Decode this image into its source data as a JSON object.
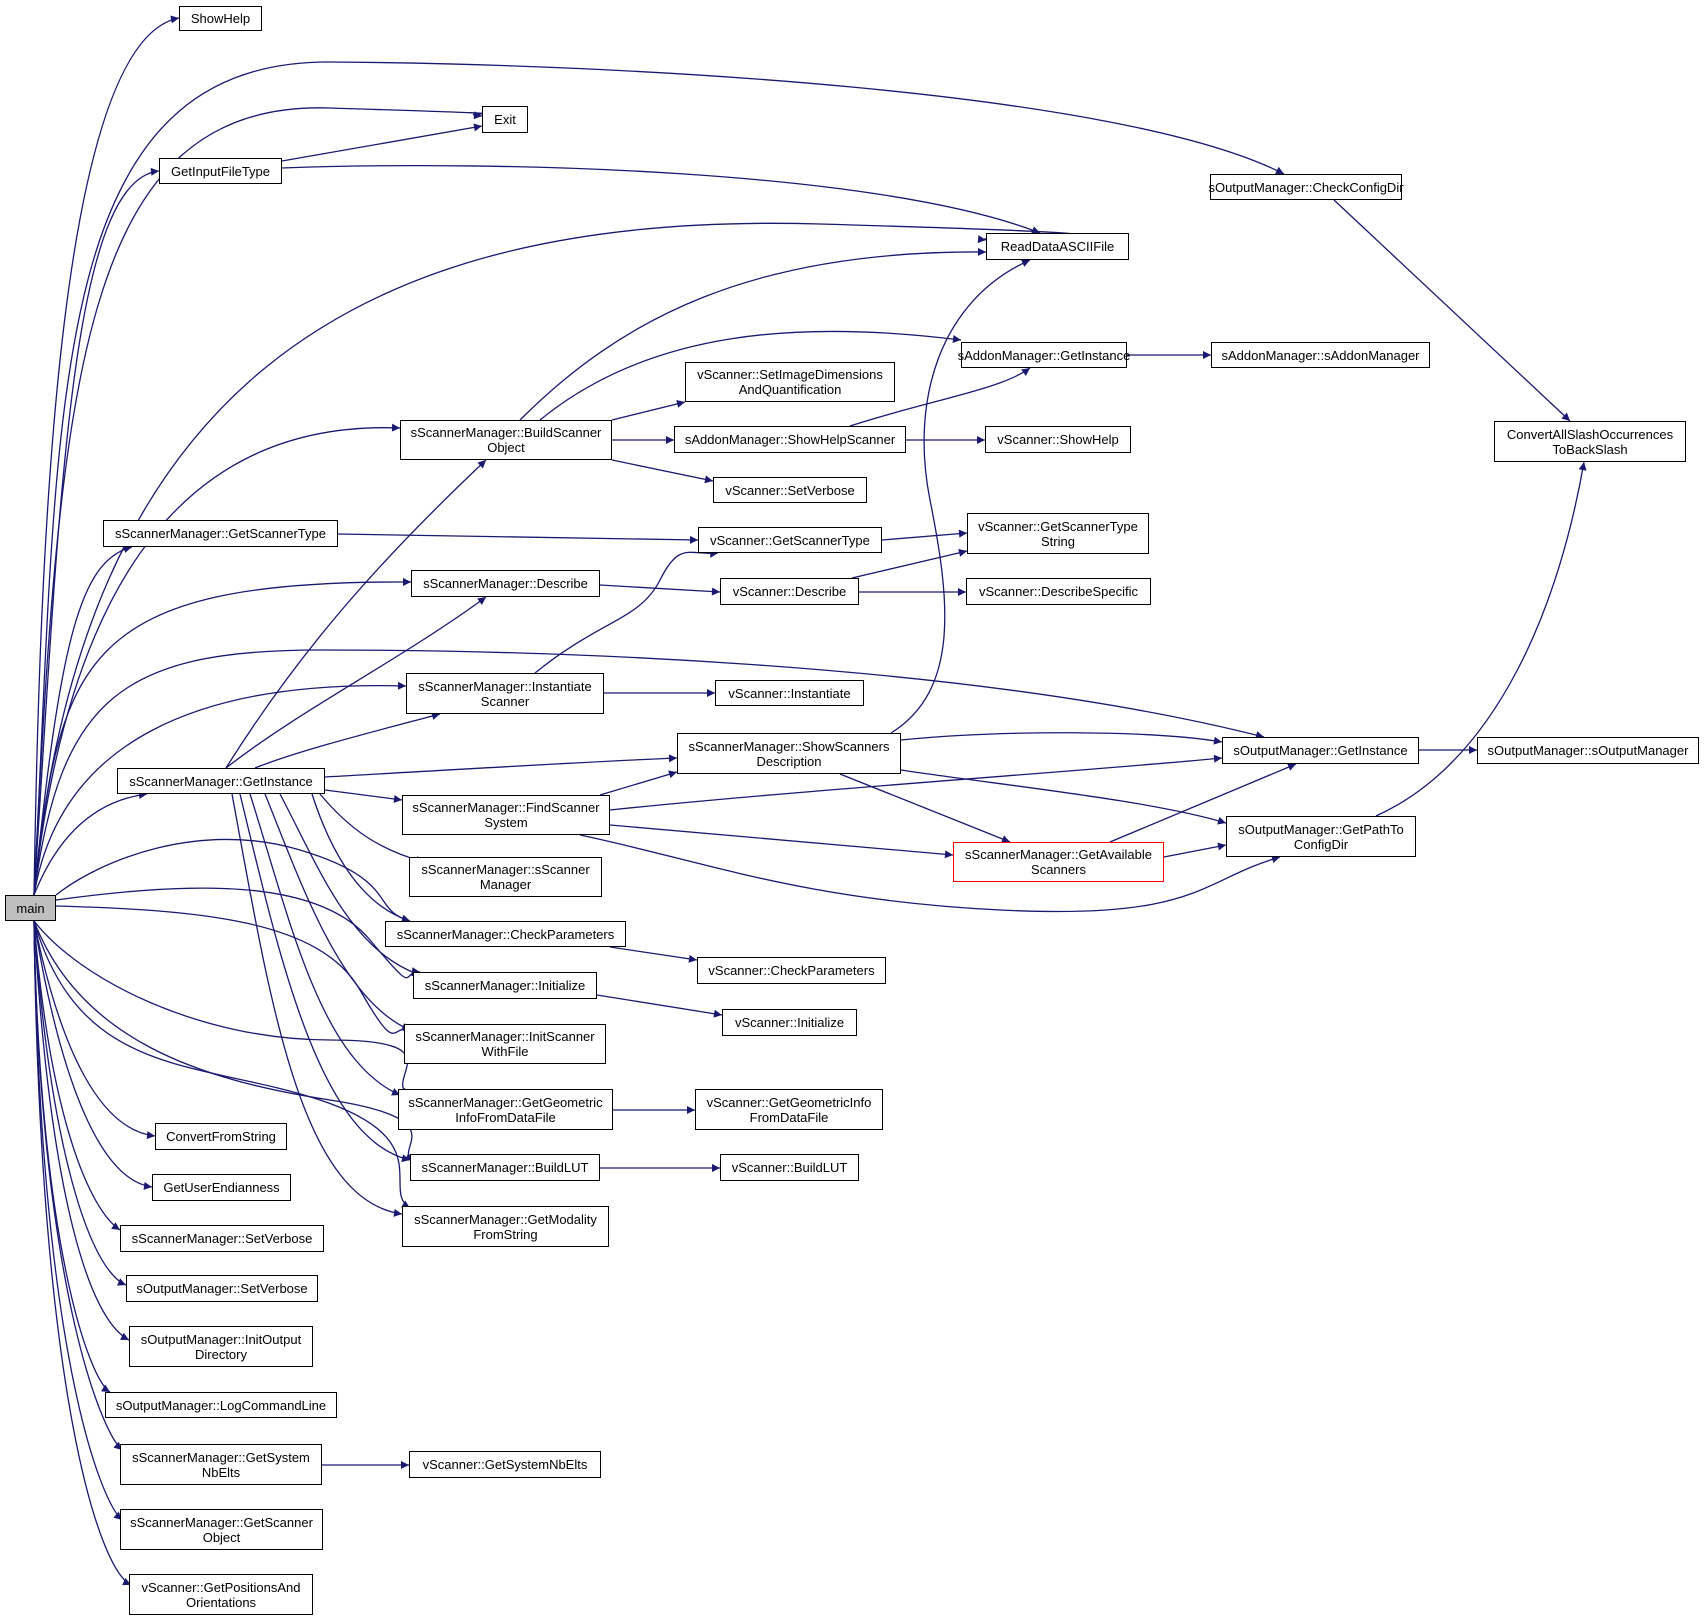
{
  "colors": {
    "edge": "#191970",
    "node_border": "#000000",
    "root_fill": "#bfbfbf",
    "highlight_border": "#ff0000"
  },
  "nodes": {
    "main": {
      "lines": [
        "main"
      ]
    },
    "show_help": {
      "lines": [
        "ShowHelp"
      ]
    },
    "exit": {
      "lines": [
        "Exit"
      ]
    },
    "get_input_file_type": {
      "lines": [
        "GetInputFileType"
      ]
    },
    "read_data_ascii_file": {
      "lines": [
        "ReadDataASCIIFile"
      ]
    },
    "output_check_config_dir": {
      "lines": [
        "sOutputManager::CheckConfigDir"
      ]
    },
    "addon_get_instance": {
      "lines": [
        "sAddonManager::GetInstance"
      ]
    },
    "addon_ctor": {
      "lines": [
        "sAddonManager::sAddonManager"
      ]
    },
    "convert_slash": {
      "lines": [
        "ConvertAllSlashOccurrences",
        "ToBackSlash"
      ]
    },
    "v_set_image_dims": {
      "lines": [
        "vScanner::SetImageDimensions",
        "AndQuantification"
      ]
    },
    "build_scanner_object": {
      "lines": [
        "sScannerManager::BuildScanner",
        "Object"
      ]
    },
    "addon_show_help_scanner": {
      "lines": [
        "sAddonManager::ShowHelpScanner"
      ]
    },
    "v_show_help": {
      "lines": [
        "vScanner::ShowHelp"
      ]
    },
    "v_set_verbose": {
      "lines": [
        "vScanner::SetVerbose"
      ]
    },
    "sm_get_scanner_type": {
      "lines": [
        "sScannerManager::GetScannerType"
      ]
    },
    "v_get_scanner_type": {
      "lines": [
        "vScanner::GetScannerType"
      ]
    },
    "v_get_scanner_type_string": {
      "lines": [
        "vScanner::GetScannerType",
        "String"
      ]
    },
    "sm_describe": {
      "lines": [
        "sScannerManager::Describe"
      ]
    },
    "v_describe": {
      "lines": [
        "vScanner::Describe"
      ]
    },
    "v_describe_specific": {
      "lines": [
        "vScanner::DescribeSpecific"
      ]
    },
    "sm_instantiate_scanner": {
      "lines": [
        "sScannerManager::Instantiate",
        "Scanner"
      ]
    },
    "v_instantiate": {
      "lines": [
        "vScanner::Instantiate"
      ]
    },
    "sm_show_scanners_description": {
      "lines": [
        "sScannerManager::ShowScanners",
        "Description"
      ]
    },
    "output_get_instance": {
      "lines": [
        "sOutputManager::GetInstance"
      ]
    },
    "output_ctor": {
      "lines": [
        "sOutputManager::sOutputManager"
      ]
    },
    "sm_get_instance": {
      "lines": [
        "sScannerManager::GetInstance"
      ]
    },
    "sm_find_scanner_system": {
      "lines": [
        "sScannerManager::FindScanner",
        "System"
      ]
    },
    "sm_get_available_scanners": {
      "lines": [
        "sScannerManager::GetAvailable",
        "Scanners"
      ]
    },
    "output_get_path_to_config_dir": {
      "lines": [
        "sOutputManager::GetPathTo",
        "ConfigDir"
      ]
    },
    "sm_ctor": {
      "lines": [
        "sScannerManager::sScanner",
        "Manager"
      ]
    },
    "sm_check_parameters": {
      "lines": [
        "sScannerManager::CheckParameters"
      ]
    },
    "v_check_parameters": {
      "lines": [
        "vScanner::CheckParameters"
      ]
    },
    "sm_initialize": {
      "lines": [
        "sScannerManager::Initialize"
      ]
    },
    "v_initialize": {
      "lines": [
        "vScanner::Initialize"
      ]
    },
    "sm_init_scanner_with_file": {
      "lines": [
        "sScannerManager::InitScanner",
        "WithFile"
      ]
    },
    "sm_get_geometric_info": {
      "lines": [
        "sScannerManager::GetGeometric",
        "InfoFromDataFile"
      ]
    },
    "v_get_geometric_info": {
      "lines": [
        "vScanner::GetGeometricInfo",
        "FromDataFile"
      ]
    },
    "sm_build_lut": {
      "lines": [
        "sScannerManager::BuildLUT"
      ]
    },
    "v_build_lut": {
      "lines": [
        "vScanner::BuildLUT"
      ]
    },
    "sm_get_modality": {
      "lines": [
        "sScannerManager::GetModality",
        "FromString"
      ]
    },
    "convert_from_string": {
      "lines": [
        "ConvertFromString"
      ]
    },
    "get_user_endianness": {
      "lines": [
        "GetUserEndianness"
      ]
    },
    "sm_set_verbose": {
      "lines": [
        "sScannerManager::SetVerbose"
      ]
    },
    "output_set_verbose": {
      "lines": [
        "sOutputManager::SetVerbose"
      ]
    },
    "output_init_output_directory": {
      "lines": [
        "sOutputManager::InitOutput",
        "Directory"
      ]
    },
    "output_log_command_line": {
      "lines": [
        "sOutputManager::LogCommandLine"
      ]
    },
    "sm_get_system_nb_elts": {
      "lines": [
        "sScannerManager::GetSystem",
        "NbElts"
      ]
    },
    "v_get_system_nb_elts": {
      "lines": [
        "vScanner::GetSystemNbElts"
      ]
    },
    "sm_get_scanner_object": {
      "lines": [
        "sScannerManager::GetScanner",
        "Object"
      ]
    },
    "v_get_positions": {
      "lines": [
        "vScanner::GetPositionsAnd",
        "Orientations"
      ]
    }
  }
}
